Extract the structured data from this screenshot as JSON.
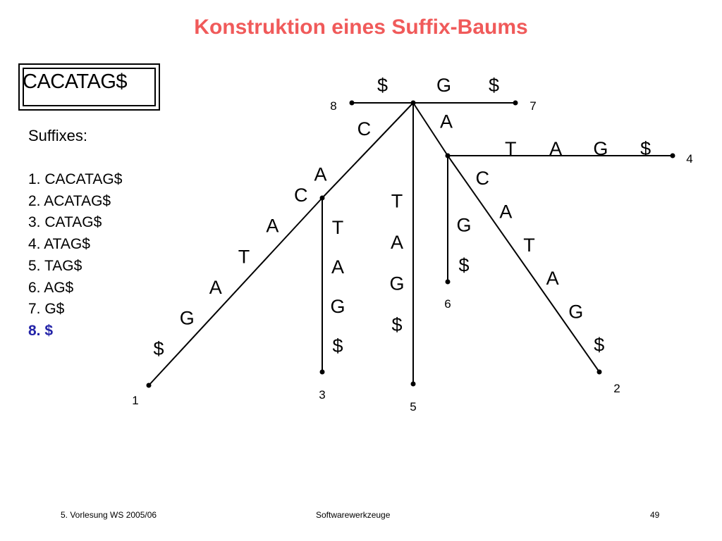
{
  "title": "Konstruktion eines Suffix-Baums",
  "word": "CACATAG$",
  "suffix_heading": "Suffixes:",
  "suffixes": [
    {
      "text": "1. CACATAG$",
      "highlight": false
    },
    {
      "text": "2. ACATAG$",
      "highlight": false
    },
    {
      "text": "3. CATAG$",
      "highlight": false
    },
    {
      "text": "4. ATAG$",
      "highlight": false
    },
    {
      "text": "5. TAG$",
      "highlight": false
    },
    {
      "text": "6. AG$",
      "highlight": false
    },
    {
      "text": "7. G$",
      "highlight": false
    },
    {
      "text": "8. $",
      "highlight": true
    }
  ],
  "tree": {
    "nodes": [
      {
        "id": "root",
        "label": ""
      },
      {
        "id": "c_node",
        "label": ""
      },
      {
        "id": "a_node",
        "label": ""
      },
      {
        "id": "leaf1",
        "label": "1"
      },
      {
        "id": "leaf2",
        "label": "2"
      },
      {
        "id": "leaf3",
        "label": "3"
      },
      {
        "id": "leaf4",
        "label": "4"
      },
      {
        "id": "leaf5",
        "label": "5"
      },
      {
        "id": "leaf6",
        "label": "6"
      },
      {
        "id": "leaf7",
        "label": "7"
      },
      {
        "id": "leaf8",
        "label": "8"
      }
    ],
    "edges": [
      {
        "from": "root",
        "to": "leaf8",
        "label": [
          "$"
        ]
      },
      {
        "from": "root",
        "to": "leaf7",
        "label": [
          "G",
          "$"
        ]
      },
      {
        "from": "root",
        "to": "c_node",
        "label": [
          "C",
          "A"
        ]
      },
      {
        "from": "c_node",
        "to": "leaf1",
        "label": [
          "C",
          "A",
          "T",
          "A",
          "G",
          "$"
        ]
      },
      {
        "from": "c_node",
        "to": "leaf3",
        "label": [
          "T",
          "A",
          "G",
          "$"
        ]
      },
      {
        "from": "root",
        "to": "leaf5",
        "label": [
          "T",
          "A",
          "G",
          "$"
        ]
      },
      {
        "from": "root",
        "to": "a_node",
        "label": [
          "A"
        ]
      },
      {
        "from": "a_node",
        "to": "leaf4",
        "label": [
          "T",
          "A",
          "G",
          "$"
        ]
      },
      {
        "from": "a_node",
        "to": "leaf6",
        "label": [
          "G",
          "$"
        ]
      },
      {
        "from": "a_node",
        "to": "leaf2",
        "label": [
          "C",
          "A",
          "T",
          "A",
          "G",
          "$"
        ]
      }
    ]
  },
  "footer": {
    "left": "5. Vorlesung WS 2005/06",
    "center": "Softwarewerkzeuge",
    "right": "49"
  }
}
